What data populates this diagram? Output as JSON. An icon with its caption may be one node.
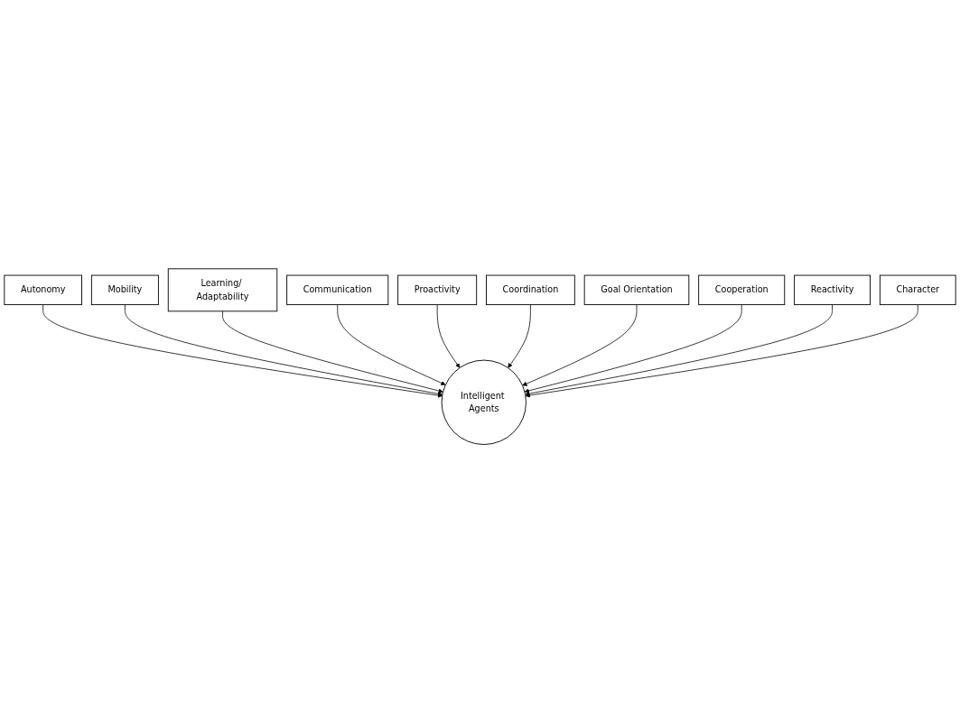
{
  "diagram": {
    "nodes": [
      {
        "text": [
          "Autonomy"
        ]
      },
      {
        "text": [
          "Mobility"
        ]
      },
      {
        "text": [
          "Learning/ Adaptability"
        ]
      },
      {
        "text": [
          "Communication"
        ]
      },
      {
        "text": [
          "Proactivity"
        ]
      },
      {
        "text": [
          "Intelligent Agents"
        ]
      },
      {
        "text": [
          "Coordination"
        ]
      },
      {
        "text": [
          "Goal Orientation"
        ]
      },
      {
        "text": [
          "Cooperation"
        ]
      },
      {
        "text": [
          "Reactivity"
        ]
      },
      {
        "text": [
          "Character"
        ]
      }
    ],
    "edges": [
      {
        "from": 0,
        "to": 5,
        "arrow": "to"
      },
      {
        "from": 1,
        "to": 5,
        "arrow": "to"
      },
      {
        "from": 2,
        "to": 5,
        "arrow": "to"
      },
      {
        "from": 3,
        "to": 5,
        "arrow": "to"
      },
      {
        "from": 4,
        "to": 5,
        "arrow": "to"
      },
      {
        "from": 6,
        "to": 5,
        "arrow": "to"
      },
      {
        "from": 7,
        "to": 5,
        "arrow": "to"
      },
      {
        "from": 8,
        "to": 5,
        "arrow": "to"
      },
      {
        "from": 9,
        "to": 5,
        "arrow": "to"
      },
      {
        "from": 10,
        "to": 5,
        "arrow": "to"
      }
    ]
  }
}
